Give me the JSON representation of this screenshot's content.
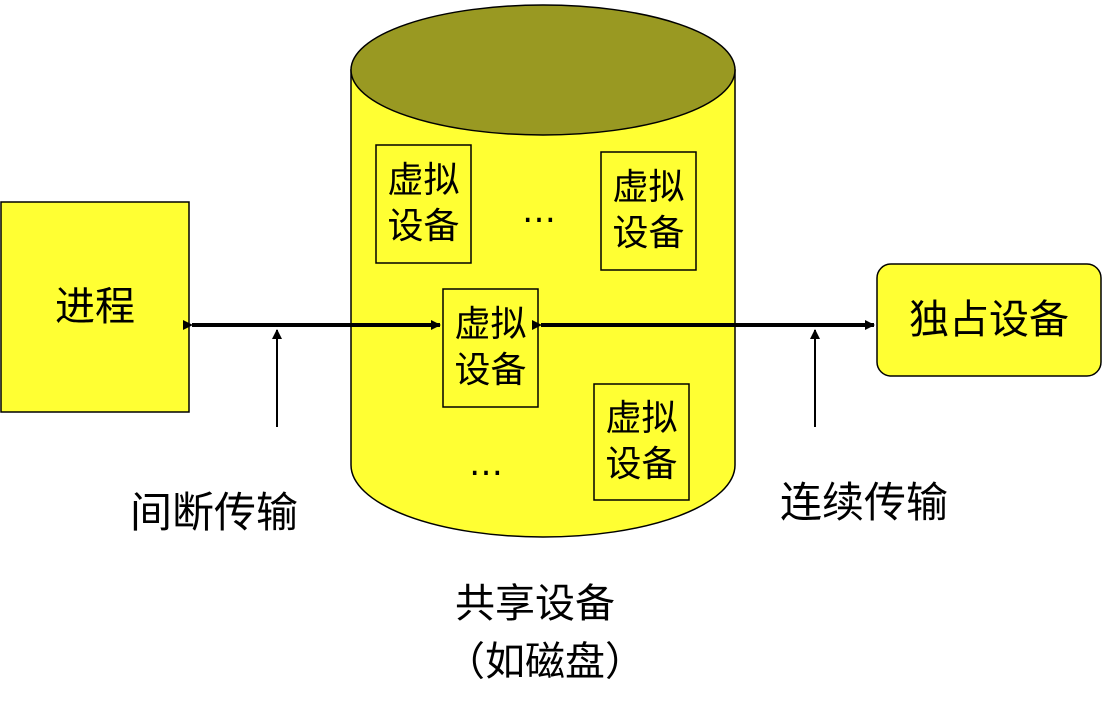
{
  "process": {
    "label": "进程"
  },
  "exclusive_device": {
    "label": "独占设备"
  },
  "virtual_device": {
    "line1": "虚拟",
    "line2": "设备"
  },
  "ellipsis": "…",
  "labels": {
    "intermittent": "间断传输",
    "continuous": "连续传输",
    "shared_device": "共享设备",
    "shared_device_example": "（如磁盘）"
  },
  "colors": {
    "box_fill": "#ffff33",
    "cylinder_body": "#ffff33",
    "cylinder_top": "#999922",
    "stroke": "#000000"
  }
}
